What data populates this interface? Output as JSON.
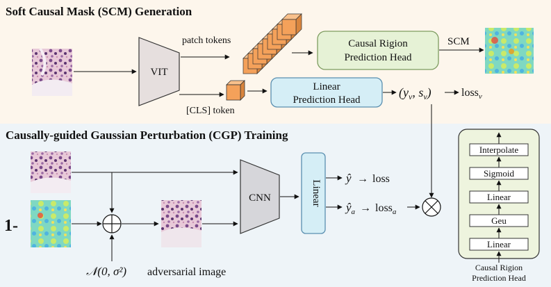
{
  "top": {
    "title": "Soft Causal Mask (SCM) Generation",
    "vit_label": "VIT",
    "patch_tokens_label": "patch tokens",
    "cls_token_label": "[CLS] token",
    "crph_line1": "Causal Rigion",
    "crph_line2": "Prediction Head",
    "scm_label": "SCM",
    "lph_line1": "Linear",
    "lph_line2": "Prediction Head",
    "output_pair": "(y",
    "output_sub_v": "v",
    "output_comma": ", s",
    "output_close": ")",
    "loss_v_prefix": "loss",
    "loss_v_sub": "v"
  },
  "bottom": {
    "title": "Causally-guided Gaussian Perturbation (CGP) Training",
    "one_minus": "1-",
    "cnn_label": "CNN",
    "linear_label": "Linear",
    "y_hat": "ŷ",
    "loss_label": "loss",
    "y_hat_a": "ŷ",
    "y_hat_a_sub": "a",
    "loss_a_prefix": "loss",
    "loss_a_sub": "a",
    "noise_label": "𝒩(0, σ²)",
    "adversarial_label": "adversarial image",
    "plus_symbol": "+",
    "times_symbol": "×",
    "arrow_symbol": "→"
  },
  "legend_panel": {
    "layers": [
      "Interpolate",
      "Sigmoid",
      "Linear",
      "Geu",
      "Linear"
    ],
    "caption_line1": "Causal Rigion",
    "caption_line2": "Prediction Head"
  },
  "colors": {
    "top_bg": "#fdf6ec",
    "bottom_bg": "#eef4f8",
    "vit_fill": "#e6dfde",
    "cnn_fill": "#d6d6da",
    "green_box": "#e6f2d6",
    "green_border": "#7e9c60",
    "blue_box": "#d5eef6",
    "blue_border": "#5a8fb0",
    "token_orange": "#f4a15a",
    "panel_fill": "#eef4de"
  }
}
